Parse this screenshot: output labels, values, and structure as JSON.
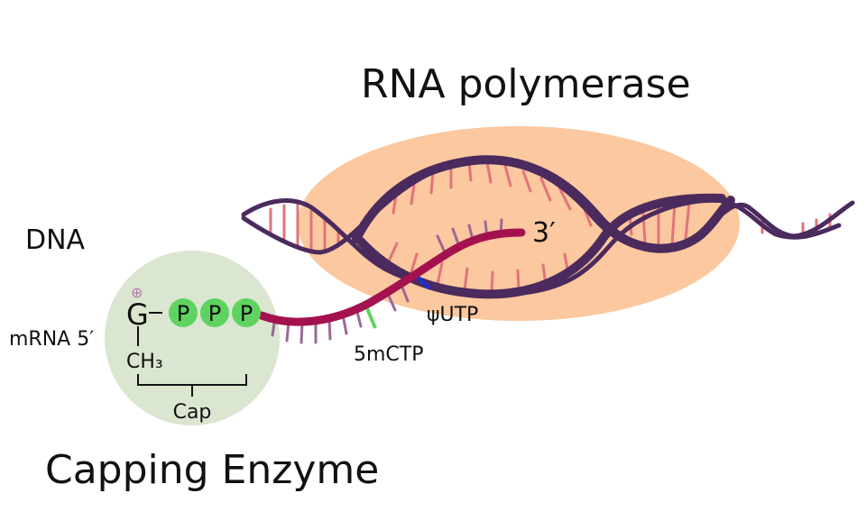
{
  "labels": {
    "rna_polymerase": "RNA polymerase",
    "dna": "DNA",
    "mrna_5": "mRNA 5′",
    "three_prime": "3′",
    "psi_utp": "ψUTP",
    "five_mctp": "5mCTP",
    "capping_enzyme": "Capping Enzyme",
    "g": "G",
    "plus": "⊕",
    "ch3": "CH₃",
    "cap": "Cap",
    "p1": "P",
    "p2": "P",
    "p3": "P"
  },
  "colors": {
    "polymerase": "#fbc89f",
    "enzyme": "#dbe6d0",
    "dna_backbone": "#4b2a5e",
    "dna_rungs": "#e3737a",
    "mrna": "#a3124f",
    "mrna_rungs": "#9a6a95",
    "phosphate": "#5fd35f",
    "psi_utp": "#1b2fd8",
    "five_mctp": "#5fd35f"
  }
}
